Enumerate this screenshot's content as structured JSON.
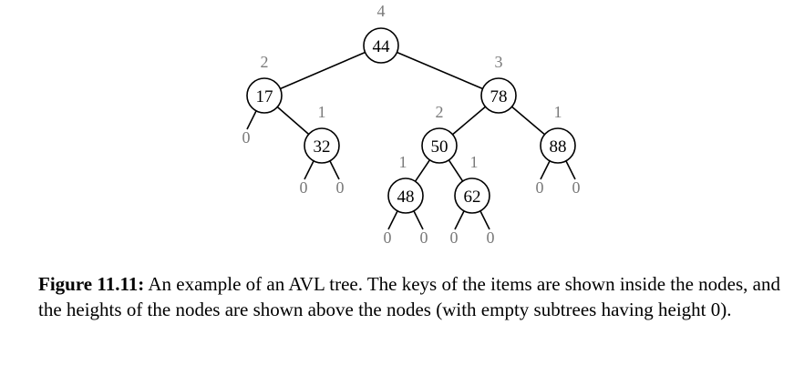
{
  "tree": {
    "nodes": [
      {
        "id": "n44",
        "key": "44",
        "height": "4"
      },
      {
        "id": "n17",
        "key": "17",
        "height": "2"
      },
      {
        "id": "n78",
        "key": "78",
        "height": "3"
      },
      {
        "id": "n32",
        "key": "32",
        "height": "1"
      },
      {
        "id": "n50",
        "key": "50",
        "height": "2"
      },
      {
        "id": "n88",
        "key": "88",
        "height": "1"
      },
      {
        "id": "n48",
        "key": "48",
        "height": "1"
      },
      {
        "id": "n62",
        "key": "62",
        "height": "1"
      }
    ],
    "edges": [
      [
        "n44",
        "n17"
      ],
      [
        "n44",
        "n78"
      ],
      [
        "n17",
        "n32"
      ],
      [
        "n78",
        "n50"
      ],
      [
        "n78",
        "n88"
      ],
      [
        "n50",
        "n48"
      ],
      [
        "n50",
        "n62"
      ]
    ],
    "empty_subtree_height": "0",
    "empty_subtrees": [
      {
        "parent": "n17",
        "side": "left"
      },
      {
        "parent": "n32",
        "side": "left"
      },
      {
        "parent": "n32",
        "side": "right"
      },
      {
        "parent": "n88",
        "side": "left"
      },
      {
        "parent": "n88",
        "side": "right"
      },
      {
        "parent": "n48",
        "side": "left"
      },
      {
        "parent": "n48",
        "side": "right"
      },
      {
        "parent": "n62",
        "side": "left"
      },
      {
        "parent": "n62",
        "side": "right"
      }
    ]
  },
  "caption": {
    "label": "Figure 11.11:",
    "text": "An example of an AVL tree. The keys of the items are shown inside the nodes, and the heights of the nodes are shown above the nodes (with empty subtrees having height 0)."
  }
}
